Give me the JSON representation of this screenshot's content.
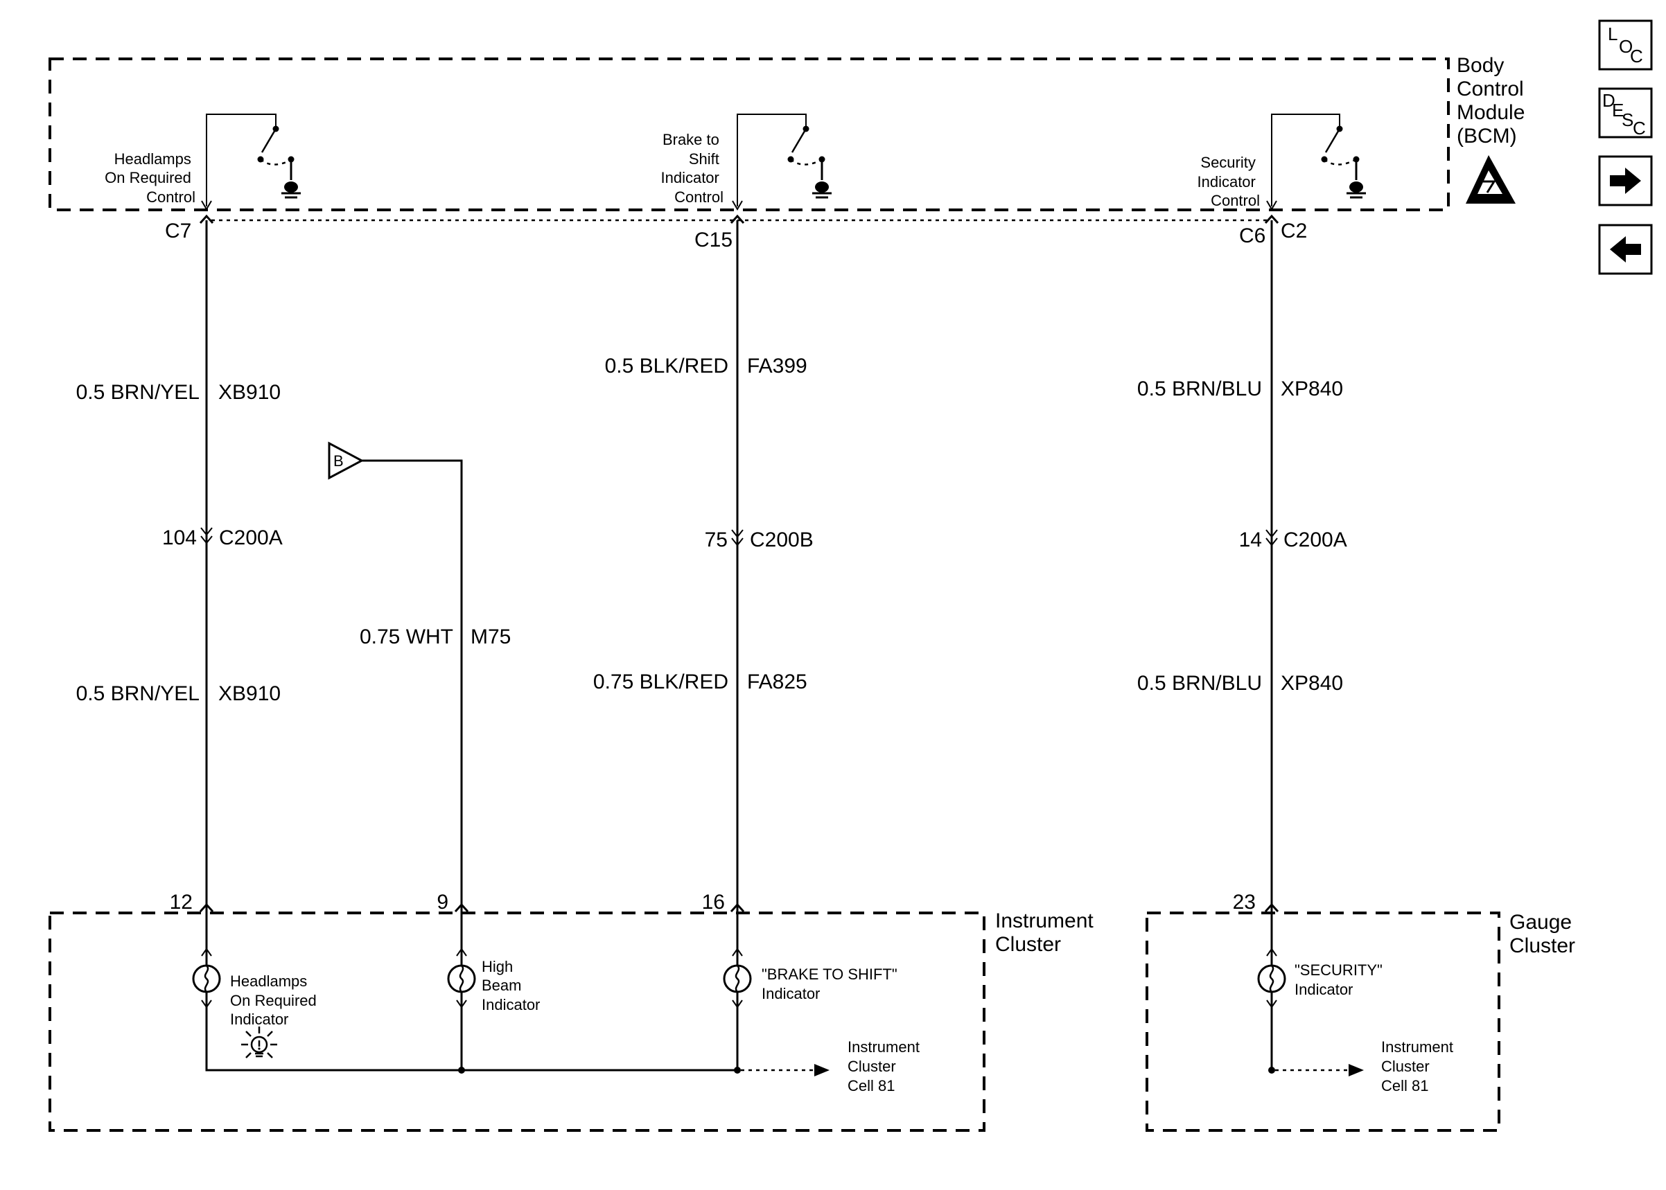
{
  "modules": {
    "bcm": {
      "lines": [
        "Body",
        "Control",
        "Module",
        "(BCM)"
      ]
    },
    "instrument_cluster": {
      "lines": [
        "Instrument",
        "Cluster"
      ]
    },
    "gauge_cluster": {
      "lines": [
        "Gauge",
        "Cluster"
      ]
    }
  },
  "switches": {
    "headlamps": [
      "Headlamps",
      "On Required",
      "Control"
    ],
    "brake": [
      "Brake to",
      "Shift",
      "Indicator",
      "Control"
    ],
    "security": [
      "Security",
      "Indicator",
      "Control"
    ]
  },
  "connectors": {
    "c7": "C7",
    "c15": "C15",
    "c6": "C6",
    "c2": "C2"
  },
  "wires": {
    "w1_top": {
      "gauge": "0.5 BRN/YEL",
      "circuit": "XB910"
    },
    "w1_bot": {
      "gauge": "0.5 BRN/YEL",
      "circuit": "XB910"
    },
    "w2": {
      "gauge": "0.75 WHT",
      "circuit": "M75"
    },
    "w3_top": {
      "gauge": "0.5 BLK/RED",
      "circuit": "FA399"
    },
    "w3_bot": {
      "gauge": "0.75 BLK/RED",
      "circuit": "FA825"
    },
    "w4_top": {
      "gauge": "0.5 BRN/BLU",
      "circuit": "XP840"
    },
    "w4_bot": {
      "gauge": "0.5 BRN/BLU",
      "circuit": "XP840"
    }
  },
  "inline_connectors": {
    "w1": {
      "pin": "104",
      "name": "C200A"
    },
    "w3": {
      "pin": "75",
      "name": "C200B"
    },
    "w4": {
      "pin": "14",
      "name": "C200A"
    }
  },
  "offpage": {
    "label": "B"
  },
  "pins": {
    "p12": "12",
    "p9": "9",
    "p16": "16",
    "p23": "23"
  },
  "indicators": {
    "headlamps": [
      "Headlamps",
      "On Required",
      "Indicator"
    ],
    "high_beam": [
      "High",
      "Beam",
      "Indicator"
    ],
    "brake": [
      "\"BRAKE TO SHIFT\"",
      "Indicator"
    ],
    "security": [
      "\"SECURITY\"",
      "Indicator"
    ]
  },
  "refs": {
    "ic_cell": [
      "Instrument",
      "Cluster",
      "Cell 81"
    ],
    "gc_cell": [
      "Instrument",
      "Cluster",
      "Cell 81"
    ]
  },
  "nav": {
    "loc": {
      "main": "L",
      "sub1": "O",
      "sub2": "C"
    },
    "desc": {
      "main": "D",
      "sub1": "E",
      "sub2": "S",
      "sub3": "C"
    },
    "next_icon": "arrow-right",
    "prev_icon": "arrow-left"
  }
}
